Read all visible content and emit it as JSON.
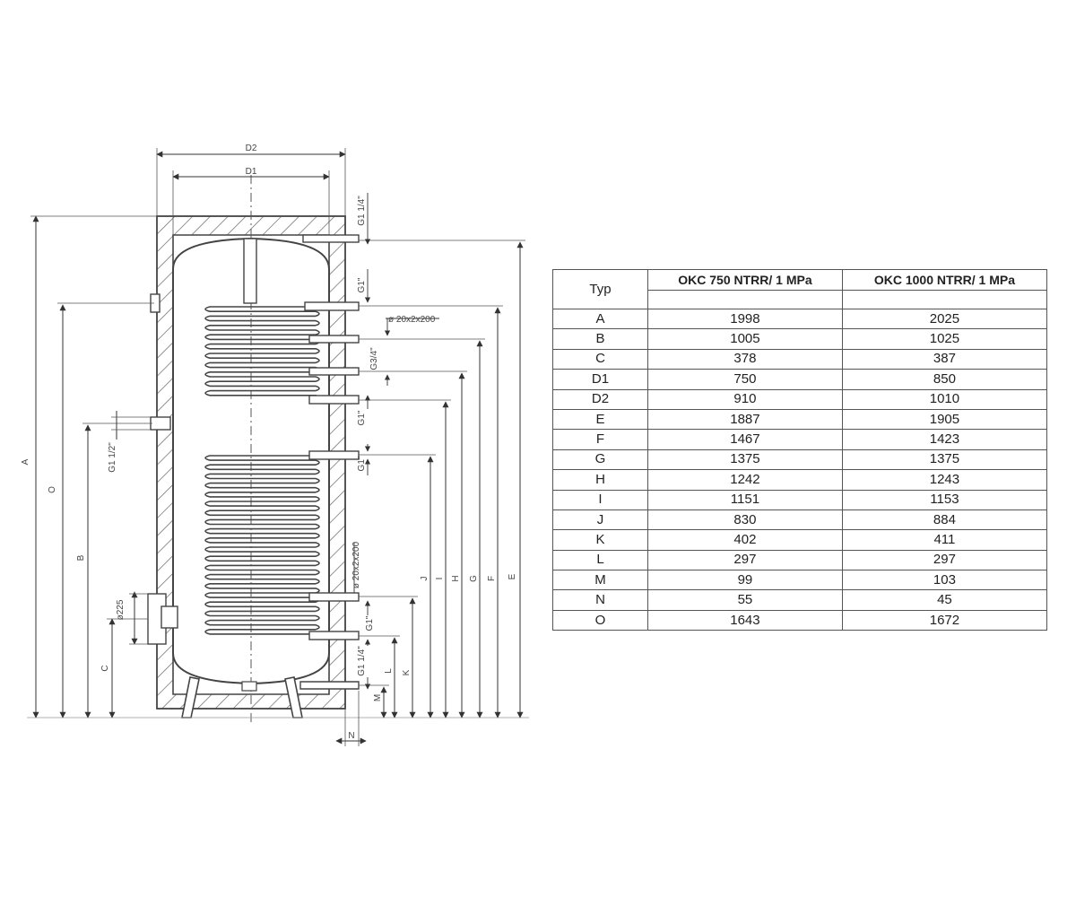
{
  "drawing": {
    "dimension_labels": {
      "A": "A",
      "B": "B",
      "C": "C",
      "D1": "D1",
      "D2": "D2",
      "E": "E",
      "F": "F",
      "G": "G",
      "H": "H",
      "I": "I",
      "J": "J",
      "K": "K",
      "L": "L",
      "M": "M",
      "N": "N",
      "O": "O"
    },
    "fitting_labels": {
      "g114_top": "G1 1/4\"",
      "g1_a": "G1\"",
      "coil_top": "ø 20x2x200",
      "g34": "G3/4\"",
      "g1_b": "G1\"",
      "g1_c": "G1\"",
      "g112": "G1 1/2\"",
      "coil_bottom": "ø 20x2x200",
      "g1_d": "G1\"",
      "g114_bottom": "G1 1/4\"",
      "flange": "ø225"
    }
  },
  "table": {
    "header_typ": "Typ",
    "model_1": "OKC 750 NTRR/ 1 MPa",
    "model_2": "OKC 1000 NTRR/ 1 MPa",
    "rows": [
      {
        "typ": "A",
        "v1": "1998",
        "v2": "2025"
      },
      {
        "typ": "B",
        "v1": "1005",
        "v2": "1025"
      },
      {
        "typ": "C",
        "v1": "378",
        "v2": "387"
      },
      {
        "typ": "D1",
        "v1": "750",
        "v2": "850"
      },
      {
        "typ": "D2",
        "v1": "910",
        "v2": "1010"
      },
      {
        "typ": "E",
        "v1": "1887",
        "v2": "1905"
      },
      {
        "typ": "F",
        "v1": "1467",
        "v2": "1423"
      },
      {
        "typ": "G",
        "v1": "1375",
        "v2": "1375"
      },
      {
        "typ": "H",
        "v1": "1242",
        "v2": "1243"
      },
      {
        "typ": "I",
        "v1": "1151",
        "v2": "1153"
      },
      {
        "typ": "J",
        "v1": "830",
        "v2": "884"
      },
      {
        "typ": "K",
        "v1": "402",
        "v2": "411"
      },
      {
        "typ": "L",
        "v1": "297",
        "v2": "297"
      },
      {
        "typ": "M",
        "v1": "99",
        "v2": "103"
      },
      {
        "typ": "N",
        "v1": "55",
        "v2": "45"
      },
      {
        "typ": "O",
        "v1": "1643",
        "v2": "1672"
      }
    ]
  }
}
